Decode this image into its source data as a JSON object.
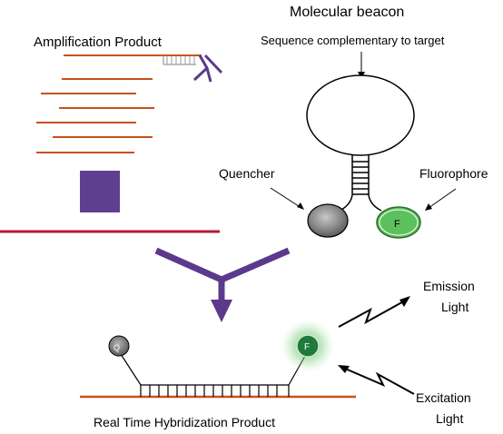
{
  "labels": {
    "amplification_product": "Amplification Product",
    "molecular_beacon": "Molecular beacon",
    "sequence_complementary": "Sequence complementary to target",
    "quencher": "Quencher",
    "fluorophore": "Fluorophore",
    "fluorophore_letter": "F",
    "quencher_letter": "Q",
    "emission_line1": "Emission",
    "emission_line2": "Light",
    "excitation_line1": "Excitation",
    "excitation_line2": "Light",
    "hybridization_product": "Real Time Hybridization Product"
  },
  "colors": {
    "strand": "#c8501e",
    "baseline": "#b0183a",
    "arrow_purple": "#5b3a8c",
    "square_purple": "#5e3f8f",
    "fluor_green": "#5cc05c",
    "fluor_dark_green": "#1f7a3c",
    "quencher_gray": "#8a8a8a"
  },
  "icons": {
    "emission": "lightning-bolt-arrow",
    "excitation": "lightning-bolt-arrow"
  }
}
